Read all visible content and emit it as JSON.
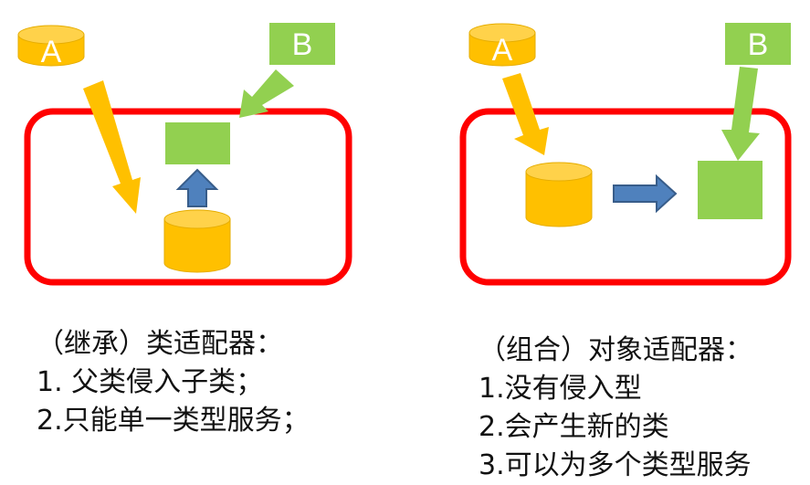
{
  "colors": {
    "frame": "#ff0000",
    "cylinder": "#ffc000",
    "cylinder_top": "#ffd24a",
    "cylinder_outline": "#e6ad00",
    "box": "#92d050",
    "arrow_yellow": "#ffc000",
    "arrow_green": "#92d050",
    "arrow_blue": "#4f81bd",
    "arrow_blue_outline": "#385d8a",
    "label_text": "#ffffff"
  },
  "icons": {
    "source": "cylinder-icon",
    "target": "square-icon"
  },
  "left_panel": {
    "label_a": "A",
    "label_b": "B",
    "caption": {
      "title": "（继承）类适配器：",
      "items": [
        "1. 父类侵入子类；",
        "2.只能单一类型服务；"
      ]
    }
  },
  "right_panel": {
    "label_a": "A",
    "label_b": "B",
    "caption": {
      "title": "（组合）对象适配器：",
      "items": [
        "1.没有侵入型",
        "2.会产生新的类",
        "3.可以为多个类型服务"
      ]
    }
  }
}
